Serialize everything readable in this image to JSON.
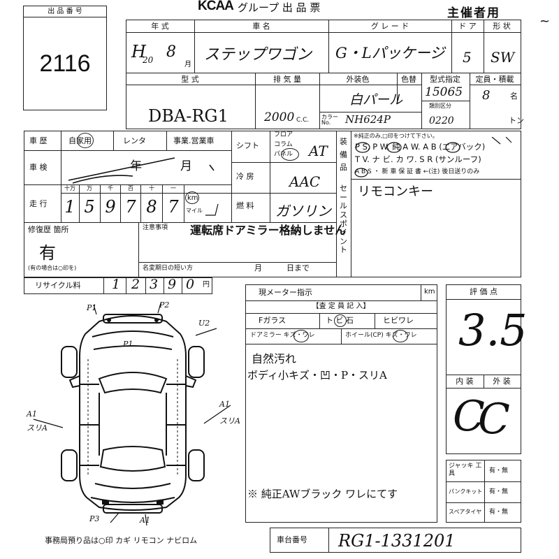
{
  "header": {
    "lot_label": "出 品 番 号",
    "lot_number": "2116",
    "logo": "KCAA",
    "title": "グループ 出 品 票",
    "organizer": "主催者用"
  },
  "row1": {
    "year_label": "年 式",
    "car_name_label": "車 名",
    "grade_label": "グ レ ー ド",
    "door_label": "ド ア",
    "shape_label": "形 状",
    "era": "H",
    "year_num": "20",
    "month_num": "8",
    "month_unit": "月",
    "car_name": "ステップワゴン",
    "grade": "G・Lパッケージ",
    "doors": "5",
    "shape": "SW"
  },
  "row2": {
    "model_label": "型 式",
    "displacement_label": "排 気 量",
    "exterior_color_label": "外装色",
    "color_change_label": "色替",
    "type_designation_label": "型式指定",
    "capacity_label": "定員・積載",
    "classification_label": "類別区分",
    "color_no_label": "カラー No.",
    "model": "DBA-RG1",
    "displacement": "2000",
    "cc_unit": "C.C.",
    "exterior_color": "白パール",
    "color_code": "NH624P",
    "type_designation": "15065",
    "classification": "0220",
    "capacity": "8",
    "capacity_unit": "名",
    "load_unit": "トン"
  },
  "history": {
    "label": "車 歴",
    "own_label": "自家用",
    "rental_label": "レンタ",
    "business_label": "事業.営業車",
    "inspection_label": "車 検",
    "inspection_year_unit": "年",
    "inspection_month_unit": "月",
    "mileage_label": "走 行",
    "digit_units": [
      "十万",
      "万",
      "千",
      "百",
      "十",
      "一"
    ],
    "mileage_digits": [
      "1",
      "5",
      "9",
      "7",
      "8",
      "7"
    ],
    "km_label": "km",
    "mile_label": "マイル"
  },
  "mid": {
    "shift_label": "シフト",
    "shift_options": [
      "フロア",
      "コラム",
      "パネル"
    ],
    "shift_value": "AT",
    "ac_label": "冷 房",
    "ac_value": "AAC",
    "fuel_label": "燃 料",
    "fuel_value": "ガソリン"
  },
  "equipment": {
    "label": "装 備 品",
    "note": "※純正のみ,□印をつけて下さい。",
    "line1": "P S. P W. 純 A W. A B (エアバック)",
    "line2": "T V. ナ ビ. カ ワ. S R (サンルーフ)",
    "line3": "A B S ・ 新 車 保 証 書 ←(注) 後日送りのみ",
    "sales_label": "セールスポイント",
    "sales_point": "リモコンキー"
  },
  "repair": {
    "label": "修復歴 箇所",
    "value": "有",
    "note": "(有の場合は○印を)",
    "caution_label": "注意事項",
    "caution_text": "運転席ドアミラー格納しません",
    "name_change_label": "名変期日の短い方",
    "month_unit": "月",
    "day_unit": "日まで"
  },
  "recycle": {
    "label": "リサイクル料",
    "digits": [
      "1",
      "2",
      "3",
      "9",
      "0"
    ],
    "unit": "円"
  },
  "meter": {
    "label": "現メーター指示",
    "unit": "km",
    "inspector_label": "【査 定 員 記 入】",
    "glass_label": "Fガラス",
    "glass_tobi": "ト ビ 石",
    "glass_hibi": "ヒビワレ",
    "mirror_label": "ドアミラー キズ・ワレ",
    "wheel_label": "ホイール(CP) キズ・ワレ",
    "notes": [
      "自然汚れ",
      "ボディ小キズ・凹・P・スリA"
    ],
    "bottom_note": "※ 純正AWブラック ワレにてす"
  },
  "score": {
    "label": "評 価 点",
    "value": "3.5",
    "interior_label": "内 装",
    "exterior_label": "外 装",
    "interior_value": "C",
    "exterior_value": "C"
  },
  "tools": {
    "jack_label": "ジャッキ 工 具",
    "puncture_label": "パンクキット",
    "spare_label": "スペアタイヤ",
    "choice": "有・無"
  },
  "chassis": {
    "label": "車台番号",
    "value": "RG1-1331201"
  },
  "diagram_marks": [
    "P1",
    "P2",
    "P1",
    "U2",
    "A1",
    "スリA",
    "A1",
    "スリA",
    "P3",
    "A1"
  ],
  "footer": "事務局預り品は○印  カギ  リモコン  ナビロム"
}
